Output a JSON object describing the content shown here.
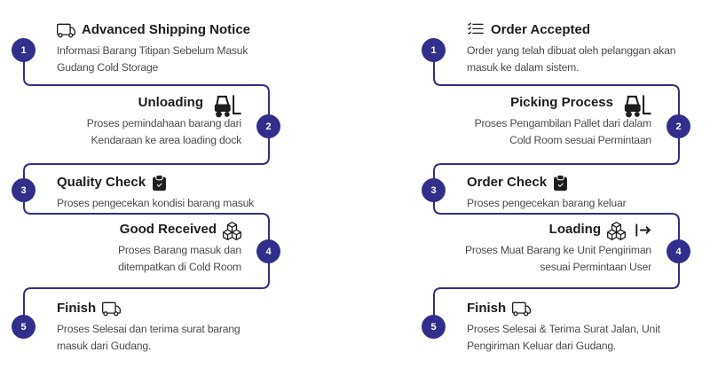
{
  "theme": {
    "accent": "#312e8c",
    "connector_color": "#312e8c",
    "title_color": "#1d1d1d",
    "desc_color": "#4b4b4b",
    "badge_text_color": "#ffffff",
    "background": "#ffffff"
  },
  "flows": [
    {
      "name": "inbound-flow",
      "steps": [
        {
          "number": "1",
          "title": "Advanced Shipping Notice",
          "icons_leading": [
            "truck-icon"
          ],
          "icons_trailing": [],
          "description_lines": [
            "Informasi Barang Titipan Sebelum Masuk",
            "Gudang Cold Storage"
          ]
        },
        {
          "number": "2",
          "title": "Unloading",
          "icons_leading": [],
          "icons_trailing": [
            "forklift-icon"
          ],
          "description_lines": [
            "Proses pemindahaan barang dari",
            "Kendaraan ke area loading dock"
          ]
        },
        {
          "number": "3",
          "title": "Quality Check",
          "icons_leading": [],
          "icons_trailing": [
            "clipboard-check-icon"
          ],
          "description_lines": [
            "Proses pengecekan kondisi barang masuk"
          ]
        },
        {
          "number": "4",
          "title": "Good Received",
          "icons_leading": [],
          "icons_trailing": [
            "boxes-icon"
          ],
          "description_lines": [
            "Proses Barang masuk dan",
            "ditempatkan di Cold Room"
          ]
        },
        {
          "number": "5",
          "title": "Finish",
          "icons_leading": [],
          "icons_trailing": [
            "truck-icon"
          ],
          "description_lines": [
            "Proses Selesai dan terima surat barang",
            "masuk dari Gudang."
          ]
        }
      ]
    },
    {
      "name": "outbound-flow",
      "steps": [
        {
          "number": "1",
          "title": "Order Accepted",
          "icons_leading": [
            "list-check-icon"
          ],
          "icons_trailing": [],
          "description_lines": [
            "Order yang telah dibuat oleh pelanggan akan",
            "masuk ke dalam sistem."
          ]
        },
        {
          "number": "2",
          "title": "Picking Process",
          "icons_leading": [],
          "icons_trailing": [
            "forklift-icon"
          ],
          "description_lines": [
            "Proses Pengambilan Pallet dari dalam",
            "Cold Room sesuai Permintaan"
          ]
        },
        {
          "number": "3",
          "title": "Order Check",
          "icons_leading": [],
          "icons_trailing": [
            "clipboard-check-icon"
          ],
          "description_lines": [
            "Proses pengecekan barang keluar"
          ]
        },
        {
          "number": "4",
          "title": "Loading",
          "icons_leading": [],
          "icons_trailing": [
            "boxes-icon",
            "box-arrow-right-icon"
          ],
          "description_lines": [
            "Proses Muat Barang ke Unit Pengiriman",
            "sesuai Permintaan User"
          ]
        },
        {
          "number": "5",
          "title": "Finish",
          "icons_leading": [],
          "icons_trailing": [
            "truck-icon"
          ],
          "description_lines": [
            "Proses Selesai & Terima Surat Jalan, Unit",
            "Pengiriman Keluar dari Gudang."
          ]
        }
      ]
    }
  ]
}
